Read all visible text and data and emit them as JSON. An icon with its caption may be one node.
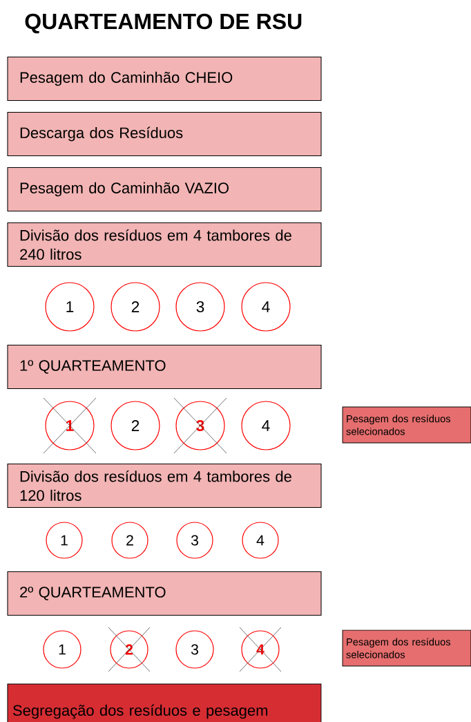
{
  "diagram": {
    "title": "QUARTEAMENTO DE RSU",
    "nodes": [
      {
        "text": [
          "Pesagem do Caminhão CHEIO"
        ]
      },
      {
        "text": [
          "Descarga dos Resíduos"
        ]
      },
      {
        "text": [
          "Pesagem do Caminhão VAZIO"
        ]
      },
      {
        "text": [
          "Divisão dos resíduos em 4 tambores de 240 litros"
        ]
      },
      {
        "text": [
          "1"
        ]
      },
      {
        "text": [
          "2"
        ]
      },
      {
        "text": [
          "3"
        ]
      },
      {
        "text": [
          "4"
        ]
      },
      {
        "text": [
          "1º QUARTEAMENTO"
        ]
      },
      {
        "text": [
          "1"
        ]
      },
      {
        "text": [
          "2"
        ]
      },
      {
        "text": [
          "3"
        ]
      },
      {
        "text": [
          "4"
        ]
      },
      {
        "text": [
          "Pesagem dos resíduos selecionados"
        ]
      },
      {
        "text": [
          "Divisão dos resíduos em 4 tambores de 120 litros"
        ]
      },
      {
        "text": [
          "1"
        ]
      },
      {
        "text": [
          "2"
        ]
      },
      {
        "text": [
          "3"
        ]
      },
      {
        "text": [
          "4"
        ]
      },
      {
        "text": [
          "2º QUARTEAMENTO"
        ]
      },
      {
        "text": [
          "1"
        ]
      },
      {
        "text": [
          "2"
        ]
      },
      {
        "text": [
          "3"
        ]
      },
      {
        "text": [
          "4"
        ]
      },
      {
        "text": [
          "Pesagem dos resíduos selecionados"
        ]
      },
      {
        "text": [
          "Segregação dos resíduos e pesagem"
        ]
      }
    ]
  }
}
